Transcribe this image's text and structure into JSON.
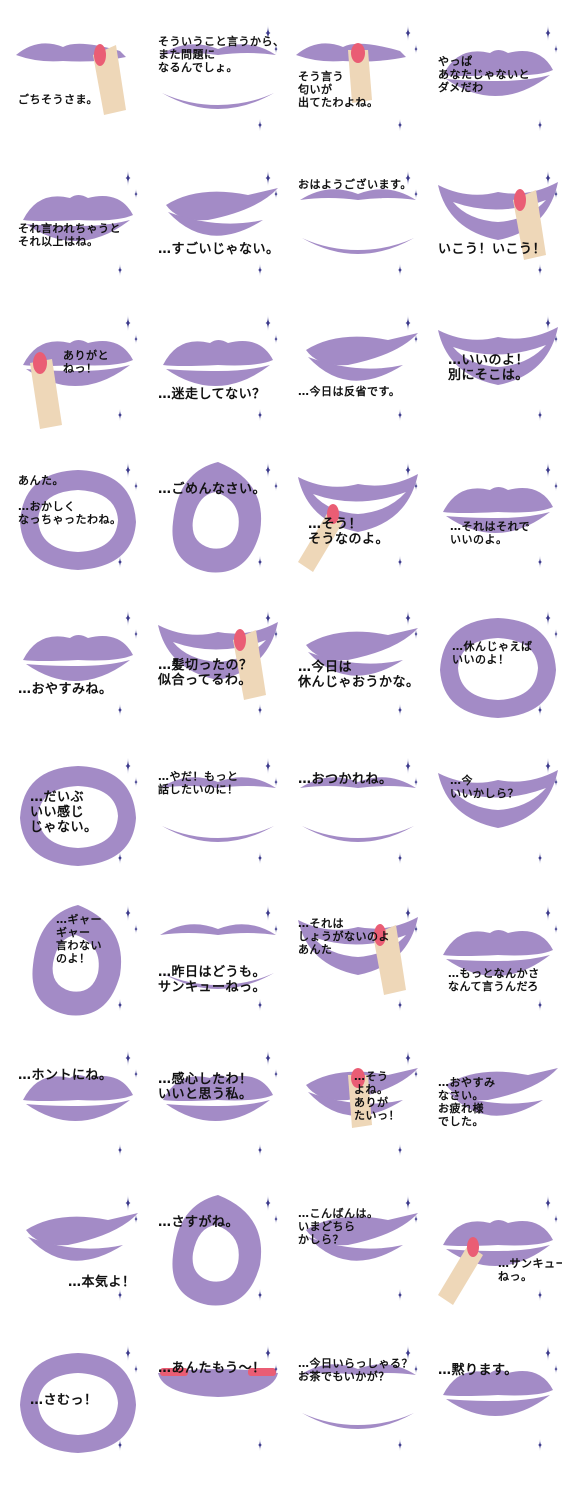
{
  "colors": {
    "lips": "#a38bc6",
    "nail": "#ea5d74",
    "finger": "#eed7b8",
    "sparkle": "#3c3a8c",
    "text": "#111111"
  },
  "stickers": [
    {
      "text": "ごちそうさま。",
      "variant": "closed",
      "finger": "right",
      "sparkle": false
    },
    {
      "text": "そういうこと言うから、\nまた問題に\nなるんでしょ。",
      "variant": "open",
      "finger": "none",
      "sparkle": true
    },
    {
      "text": "そう言う\n匂いが\n出てたわよね。",
      "variant": "closed",
      "finger": "center",
      "sparkle": true
    },
    {
      "text": "やっぱ\nあなたじゃないと\nダメだわ",
      "variant": "pout",
      "finger": "none",
      "sparkle": true
    },
    {
      "text": "それ言われちゃうと\nそれ以上はね。",
      "variant": "pout",
      "finger": "none",
      "sparkle": true
    },
    {
      "text": "…すごいじゃない。",
      "variant": "side",
      "finger": "none",
      "sparkle": true
    },
    {
      "text": "おはようございます。",
      "variant": "open",
      "finger": "none",
      "sparkle": true
    },
    {
      "text": "いこう！いこう！",
      "variant": "smile",
      "finger": "right",
      "sparkle": true
    },
    {
      "text": "ありがと\nねっ！",
      "variant": "pout",
      "finger": "left",
      "sparkle": true
    },
    {
      "text": "…迷走してない？",
      "variant": "pout",
      "finger": "none",
      "sparkle": true
    },
    {
      "text": "…今日は反省です。",
      "variant": "side",
      "finger": "none",
      "sparkle": true
    },
    {
      "text": "…いいのよ！\n別にそこは。",
      "variant": "smile",
      "finger": "none",
      "sparkle": true
    },
    {
      "text": "あんた。\n\n…おかしく\nなっちゃったわね。",
      "variant": "ring",
      "finger": "none",
      "sparkle": true
    },
    {
      "text": "…ごめんなさい。",
      "variant": "o",
      "finger": "none",
      "sparkle": true
    },
    {
      "text": "…そう！\nそうなのよ。",
      "variant": "smile",
      "finger": "leftlow",
      "sparkle": true
    },
    {
      "text": "…それはそれで\nいいのよ。",
      "variant": "pout",
      "finger": "none",
      "sparkle": true
    },
    {
      "text": "…おやすみね。",
      "variant": "pout",
      "finger": "none",
      "sparkle": true
    },
    {
      "text": "…髪切ったの？\n似合ってるわ。",
      "variant": "smile",
      "finger": "right",
      "sparkle": true
    },
    {
      "text": "…今日は\n休んじゃおうかな。",
      "variant": "side",
      "finger": "none",
      "sparkle": true
    },
    {
      "text": "…休んじゃえば\nいいのよ！",
      "variant": "ring",
      "finger": "none",
      "sparkle": true
    },
    {
      "text": "…だいぶ\nいい感じ\nじゃない。",
      "variant": "ring",
      "finger": "none",
      "sparkle": true
    },
    {
      "text": "…やだ！もっと\n話したいのに！",
      "variant": "open",
      "finger": "none",
      "sparkle": true
    },
    {
      "text": "…おつかれね。",
      "variant": "open",
      "finger": "none",
      "sparkle": true
    },
    {
      "text": "…今\nいいかしら？",
      "variant": "smile",
      "finger": "none",
      "sparkle": true
    },
    {
      "text": "…ギャー\nギャー\n言わない\nのよ！",
      "variant": "o",
      "finger": "none",
      "sparkle": true
    },
    {
      "text": "…昨日はどうも。\nサンキューねっ。",
      "variant": "open",
      "finger": "none",
      "sparkle": true
    },
    {
      "text": "…それは\nしょうがないのよ\nあんた",
      "variant": "smile",
      "finger": "right",
      "sparkle": true
    },
    {
      "text": "…もっとなんかさ\nなんて言うんだろ",
      "variant": "pout",
      "finger": "none",
      "sparkle": true
    },
    {
      "text": "…ホントにね。",
      "variant": "pout",
      "finger": "none",
      "sparkle": true
    },
    {
      "text": "…感心したわ！\nいいと思う私。",
      "variant": "pout",
      "finger": "none",
      "sparkle": true
    },
    {
      "text": "…そう\nよね。\nありが\nたいっ！",
      "variant": "side",
      "finger": "center",
      "sparkle": true
    },
    {
      "text": "…おやすみ\nなさい。\nお疲れ様\nでした。",
      "variant": "side",
      "finger": "none",
      "sparkle": false
    },
    {
      "text": "…本気よ！",
      "variant": "side",
      "finger": "none",
      "sparkle": true
    },
    {
      "text": "…さすがね。",
      "variant": "o",
      "finger": "none",
      "sparkle": true
    },
    {
      "text": "…こんばんは。\nいまどちら\nかしら？",
      "variant": "side",
      "finger": "none",
      "sparkle": true
    },
    {
      "text": "…サンキュー\nねっ。",
      "variant": "pout",
      "finger": "leftlow",
      "sparkle": true
    },
    {
      "text": "…さむっ！",
      "variant": "ring",
      "finger": "none",
      "sparkle": true
    },
    {
      "text": "…あんたもう〜！",
      "variant": "teeth",
      "finger": "none",
      "sparkle": true
    },
    {
      "text": "…今日いらっしゃる？\nお茶でもいかが？",
      "variant": "open",
      "finger": "none",
      "sparkle": true
    },
    {
      "text": "…黙ります。",
      "variant": "pout",
      "finger": "none",
      "sparkle": true
    }
  ]
}
